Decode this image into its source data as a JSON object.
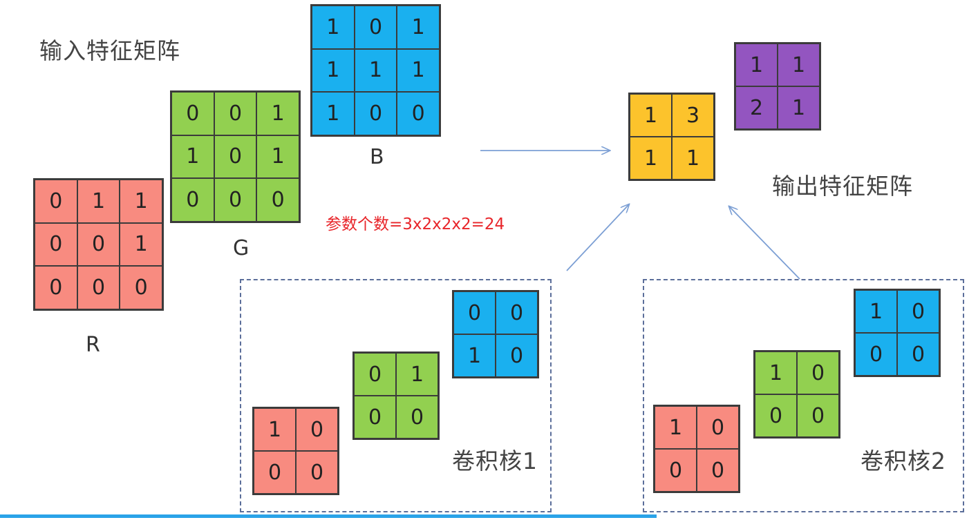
{
  "colors": {
    "red": "#f88b80",
    "green": "#92d050",
    "blue": "#1ab0ef",
    "yellow": "#fcc32c",
    "purple": "#9355c0",
    "arrow": "#7c9fd4",
    "dashed_border": "#5b6e9a",
    "param_text": "#e8252a"
  },
  "input": {
    "title": "输入特征矩阵",
    "R": {
      "label": "R",
      "cells": [
        [
          "0",
          "1",
          "1"
        ],
        [
          "0",
          "0",
          "1"
        ],
        [
          "0",
          "0",
          "0"
        ]
      ]
    },
    "G": {
      "label": "G",
      "cells": [
        [
          "0",
          "0",
          "1"
        ],
        [
          "1",
          "0",
          "1"
        ],
        [
          "0",
          "0",
          "0"
        ]
      ]
    },
    "B": {
      "label": "B",
      "cells": [
        [
          "1",
          "0",
          "1"
        ],
        [
          "1",
          "1",
          "1"
        ],
        [
          "1",
          "0",
          "0"
        ]
      ]
    }
  },
  "param_text": "参数个数=3x2x2x2=24",
  "kernel1": {
    "label": "卷积核1",
    "R": [
      [
        "1",
        "0"
      ],
      [
        "0",
        "0"
      ]
    ],
    "G": [
      [
        "0",
        "1"
      ],
      [
        "0",
        "0"
      ]
    ],
    "B": [
      [
        "0",
        "0"
      ],
      [
        "1",
        "0"
      ]
    ]
  },
  "kernel2": {
    "label": "卷积核2",
    "R": [
      [
        "1",
        "0"
      ],
      [
        "0",
        "0"
      ]
    ],
    "G": [
      [
        "1",
        "0"
      ],
      [
        "0",
        "0"
      ]
    ],
    "B": [
      [
        "1",
        "0"
      ],
      [
        "0",
        "0"
      ]
    ]
  },
  "output": {
    "title": "输出特征矩阵",
    "channel1": [
      [
        "1",
        "3"
      ],
      [
        "1",
        "1"
      ]
    ],
    "channel2": [
      [
        "1",
        "1"
      ],
      [
        "2",
        "1"
      ]
    ]
  }
}
